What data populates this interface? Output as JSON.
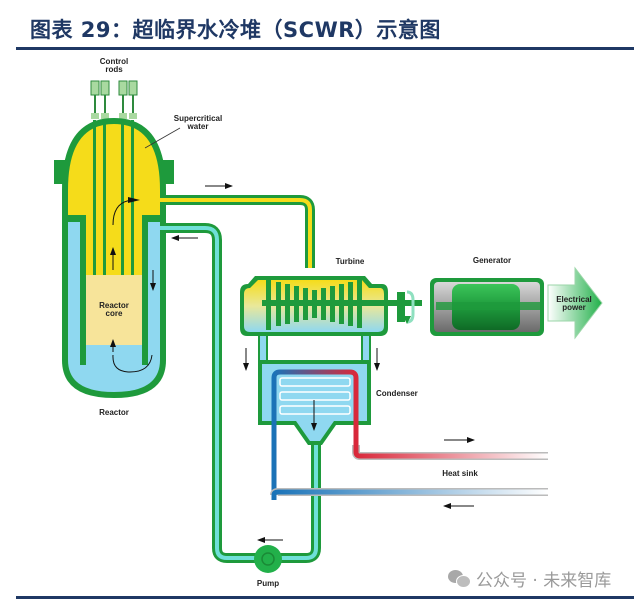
{
  "figure": {
    "title": "图表 29：超临界水冷堆（SCWR）示意图"
  },
  "labels": {
    "control_rods": [
      "Control",
      "rods"
    ],
    "supercritical_water": [
      "Supercritical",
      "water"
    ],
    "reactor_core": [
      "Reactor",
      "core"
    ],
    "reactor": "Reactor",
    "turbine": "Turbine",
    "generator": "Generator",
    "electrical_power": [
      "Electrical",
      "power"
    ],
    "condenser": "Condenser",
    "heat_sink": "Heat sink",
    "pump": "Pump"
  },
  "watermark": {
    "text": "公众号 · 未来智库"
  },
  "colors": {
    "title": "#1f3864",
    "vessel_green": "#1e9a3c",
    "supercritical_yellow": "#f5dc1a",
    "core_tan": "#f7e49a",
    "water_blue": "#8fd8f0",
    "feed_cyan": "#6fe0d8",
    "hot_red": "#d9283a",
    "cold_blue": "#1a73b8"
  }
}
